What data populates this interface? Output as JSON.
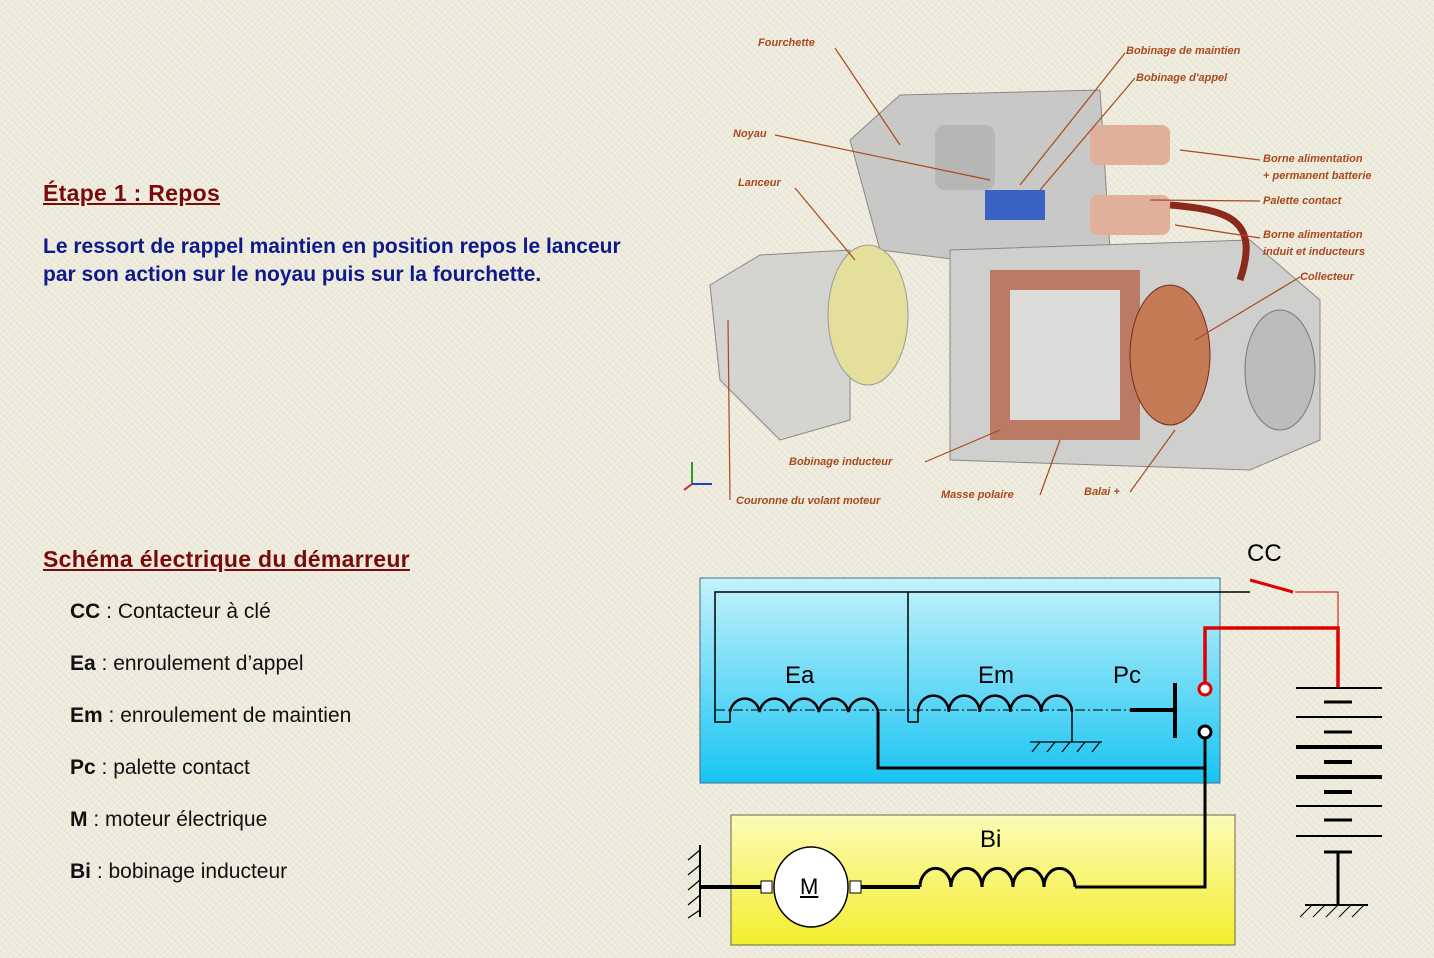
{
  "step": {
    "title": "Étape 1 : Repos",
    "text": "Le ressort de rappel maintien en position repos le lanceur par son action sur le noyau puis sur la fourchette."
  },
  "starter_labels": {
    "fourchette": "Fourchette",
    "noyau": "Noyau",
    "lanceur": "Lanceur",
    "bobinage_maintien": "Bobinage de maintien",
    "bobinage_appel": "Bobinage d'appel",
    "borne_batterie_1": "Borne alimentation",
    "borne_batterie_2": "+ permanent batterie",
    "palette": "Palette contact",
    "borne_induit_1": "Borne alimentation",
    "borne_induit_2": "induit et inducteurs",
    "collecteur": "Collecteur",
    "bobinage_inducteur": "Bobinage inducteur",
    "couronne": "Couronne du volant moteur",
    "masse_polaire": "Masse polaire",
    "balai": "Balai +"
  },
  "schema": {
    "title": "Schéma électrique du démarreur",
    "legend": [
      {
        "abbr": "CC",
        "desc": " : Contacteur à clé"
      },
      {
        "abbr": "Ea",
        "desc": " : enroulement d’appel"
      },
      {
        "abbr": "Em",
        "desc": " : enroulement de maintien"
      },
      {
        "abbr": "Pc",
        "desc": " : palette contact"
      },
      {
        "abbr": "M",
        "desc": " : moteur électrique"
      },
      {
        "abbr": "Bi",
        "desc": " : bobinage inducteur"
      }
    ],
    "diagram": {
      "cc": "CC",
      "ea": "Ea",
      "em": "Em",
      "pc": "Pc",
      "bi": "Bi",
      "m": "M"
    }
  },
  "colors": {
    "heading": "#7a0a0a",
    "intro": "#0f1a8a",
    "label": "#a8491f",
    "solenoid_box": "#33c8f0",
    "motor_box": "#f5f04a",
    "live_wire": "#e00000"
  }
}
